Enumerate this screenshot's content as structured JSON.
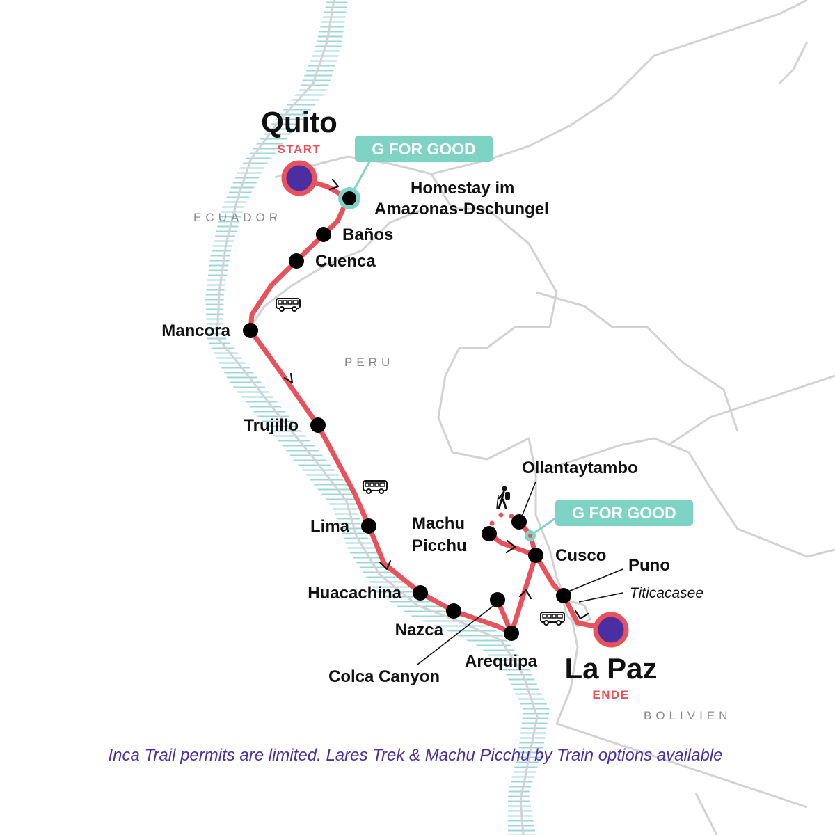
{
  "colors": {
    "route": "#e8525c",
    "stop": "#000000",
    "endpoint_fill": "#4b2fa0",
    "start_end_label": "#e8525c",
    "g_for_good": "#7fd3c4",
    "ocean_hatch": "#9fd6d8",
    "border": "#d2d2d2",
    "country_label": "#8a8a8a",
    "note_text": "#4b2fa0"
  },
  "start": {
    "city": "Quito",
    "tag": "START"
  },
  "end": {
    "city": "La Paz",
    "tag": "ENDE"
  },
  "badges": [
    {
      "text": "G FOR GOOD",
      "near": "Homestay im Amazonas-Dschungel"
    },
    {
      "text": "G FOR GOOD",
      "near": "Cusco"
    }
  ],
  "homestay": {
    "line1": "Homestay im",
    "line2": "Amazonas-Dschungel"
  },
  "stops": {
    "banos": "Baños",
    "cuenca": "Cuenca",
    "mancora": "Mancora",
    "trujillo": "Trujillo",
    "lima": "Lima",
    "huacachina": "Huacachina",
    "nazca": "Nazca",
    "colca": "Colca Canyon",
    "arequipa": "Arequipa",
    "cusco": "Cusco",
    "ollantaytambo": "Ollantaytambo",
    "machu_picchu_1": "Machu",
    "machu_picchu_2": "Picchu",
    "puno": "Puno"
  },
  "lake": "Titicacasee",
  "countries": {
    "ecuador": "ECUADOR",
    "peru": "PERU",
    "bolivia": "BOLIVIEN"
  },
  "icons": {
    "bus": "bus-icon",
    "hiker": "hiker-icon"
  },
  "note": "Inca Trail permits are limited. Lares Trek & Machu Picchu by Train options available"
}
